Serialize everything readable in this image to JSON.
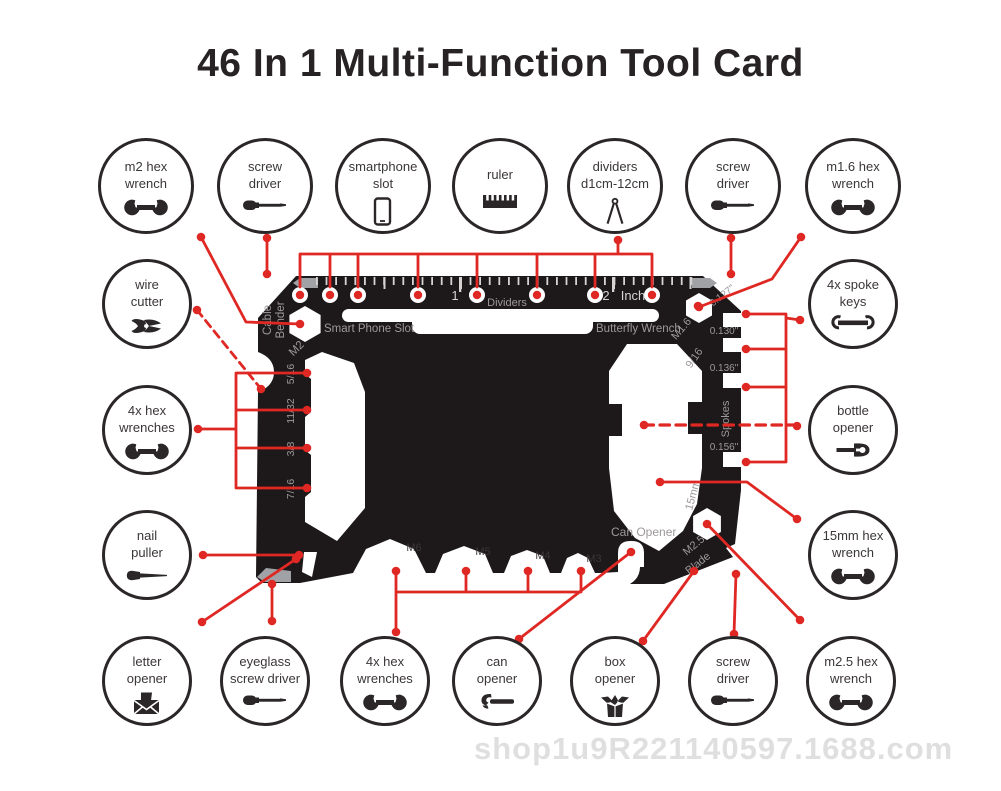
{
  "title": "46 In 1 Multi-Function Tool Card",
  "watermark": "shop1u9R221140597.1688.com",
  "colors": {
    "accent": "#df2823",
    "card": "#1d1819",
    "silver": "#a0a2a5",
    "label_gray": "#9d999a"
  },
  "circles": {
    "top": [
      {
        "line1": "m2 hex",
        "line2": "wrench",
        "icon": "wrench-icon"
      },
      {
        "line1": "screw",
        "line2": "driver",
        "icon": "screwdriver-icon"
      },
      {
        "line1": "smartphone",
        "line2": "slot",
        "icon": "smartphone-icon"
      },
      {
        "line1": "ruler",
        "line2": "",
        "icon": "ruler-icon"
      },
      {
        "line1": "dividers",
        "line2": "d1cm-12cm",
        "icon": "dividers-icon"
      },
      {
        "line1": "screw",
        "line2": "driver",
        "icon": "screwdriver-icon"
      },
      {
        "line1": "m1.6 hex",
        "line2": "wrench",
        "icon": "wrench-icon"
      }
    ],
    "left": [
      {
        "line1": "wire",
        "line2": "cutter",
        "icon": "wire-cutter-icon"
      },
      {
        "line1": "4x hex",
        "line2": "wrenches",
        "icon": "wrench-icon"
      },
      {
        "line1": "nail",
        "line2": "puller",
        "icon": "nail-puller-icon"
      }
    ],
    "right": [
      {
        "line1": "4x spoke",
        "line2": "keys",
        "icon": "spoke-key-icon"
      },
      {
        "line1": "bottle",
        "line2": "opener",
        "icon": "bottle-opener-icon"
      },
      {
        "line1": "15mm hex",
        "line2": "wrench",
        "icon": "wrench-icon"
      }
    ],
    "bottom": [
      {
        "line1": "letter",
        "line2": "opener",
        "icon": "envelope-icon"
      },
      {
        "line1": "eyeglass",
        "line2": "screw driver",
        "icon": "screwdriver-icon"
      },
      {
        "line1": "4x hex",
        "line2": "wrenches",
        "icon": "wrench-icon"
      },
      {
        "line1": "can",
        "line2": "opener",
        "icon": "can-opener-icon"
      },
      {
        "line1": "box",
        "line2": "opener",
        "icon": "box-icon"
      },
      {
        "line1": "screw",
        "line2": "driver",
        "icon": "screwdriver-icon"
      },
      {
        "line1": "m2.5 hex",
        "line2": "wrench",
        "icon": "wrench-icon"
      }
    ]
  },
  "card": {
    "cable": "Cable",
    "bender": "Bender",
    "m2": "M2",
    "smart_phone_slot": "Smart Phone Slot",
    "butterfly_wrench": "Butterfly Wrench",
    "dividers": "Dividers",
    "ruler_1": "1",
    "ruler_2": "2",
    "inch": "Inch",
    "m1_6": "M1.6",
    "hex_sizes": [
      "5/16",
      "11/32",
      "3/8",
      "7/16"
    ],
    "spoke_sizes": [
      "0.127\"",
      "0.130\"",
      "0.136\"",
      "0.156\""
    ],
    "spokes": "Spokes",
    "size_9_16": "9/16",
    "size_15mm": "15mm",
    "can_opener": "Can Opener",
    "m2_5": "M2.5",
    "blade": "Blade",
    "metric_sizes": [
      "M6",
      "M5",
      "M4",
      "M3"
    ]
  }
}
